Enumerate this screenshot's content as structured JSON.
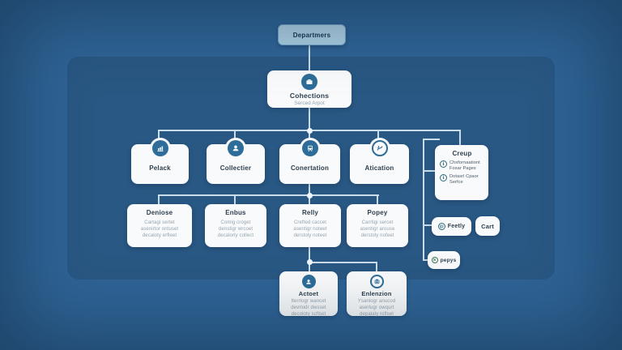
{
  "colors": {
    "background": "#2f6496",
    "panel": "#295884",
    "connector": "#c9dde9",
    "card": "#f8fafb",
    "icon_circle": "#2e6d99",
    "title_text": "#2e3f4e",
    "muted_text": "#96a3ae",
    "root_fill": "#a9cce1",
    "root_border": "#6fa0c6",
    "ring_teal": "#2e6b7a",
    "ring_green": "#3a7a55"
  },
  "root": {
    "label": "Departmers"
  },
  "parent": {
    "title": "Cohections",
    "subtitle": "Serced Arpot"
  },
  "level1": [
    {
      "label": "Pelack"
    },
    {
      "label": "Collectier"
    },
    {
      "label": "Conertation"
    },
    {
      "label": "Atication"
    }
  ],
  "level2": [
    {
      "title": "Deniose",
      "lines": [
        "Cartagi sertet",
        "asenirtor ontuset",
        "decaloty erfleet"
      ]
    },
    {
      "title": "Enbus",
      "lines": [
        "Comig croget",
        "denstigr wrcoet",
        "decalorly collect"
      ]
    },
    {
      "title": "Relly",
      "lines": [
        "Crefted caccet",
        "asentigr noteet",
        "derstoly noteet"
      ]
    },
    {
      "title": "Popey",
      "lines": [
        "Carrtigi sercet",
        "asentigr arouse",
        "derstoly nofeet"
      ]
    }
  ],
  "level3": [
    {
      "title": "Actoet",
      "lines": [
        "Iterrlogr wancet",
        "devrlodr dwsset",
        "decoloty scflset"
      ]
    },
    {
      "title": "Enlenzion",
      "lines": [
        "Ysanlogr anucod",
        "aserlugr owqurt",
        "depalaly roflset"
      ]
    }
  ],
  "side_group": {
    "title": "Creup",
    "items": [
      {
        "glyph": "i",
        "line1": "Chsfornaationt",
        "line2": "Fosar Pages"
      },
      {
        "glyph": "i",
        "line1": "Dotasrl Cpaor",
        "line2": "Serfce"
      }
    ]
  },
  "side_nodes": {
    "feetly": {
      "glyph": "@",
      "label": "Feetly"
    },
    "cart": {
      "label": "Cart"
    },
    "pepys": {
      "glyph": "s",
      "label": "pepys"
    }
  }
}
